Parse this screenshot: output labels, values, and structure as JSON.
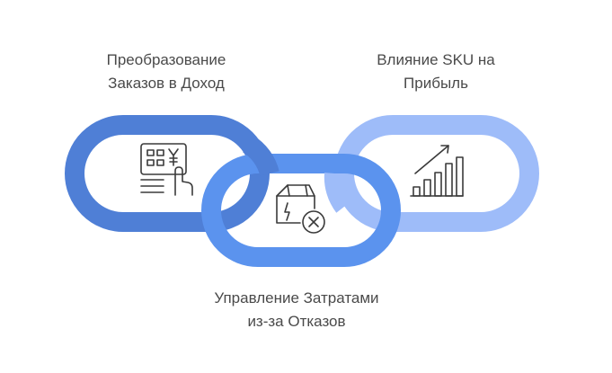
{
  "diagram": {
    "links": [
      {
        "id": "left",
        "label_lines": [
          "Преобразование",
          "Заказов в Доход"
        ],
        "color": "#4f7fd6",
        "icon": "pos-terminal-yen-icon"
      },
      {
        "id": "middle",
        "label_lines": [
          "Управление Затратами",
          "из-за Отказов"
        ],
        "color": "#5b93ee",
        "icon": "damaged-box-cancel-icon"
      },
      {
        "id": "right",
        "label_lines": [
          "Влияние SKU на",
          "Прибыль"
        ],
        "color": "#9ebcf9",
        "icon": "bar-chart-growth-icon"
      }
    ],
    "colors": {
      "text": "#4a4a4a",
      "icon_stroke": "#3a3a3a"
    }
  }
}
